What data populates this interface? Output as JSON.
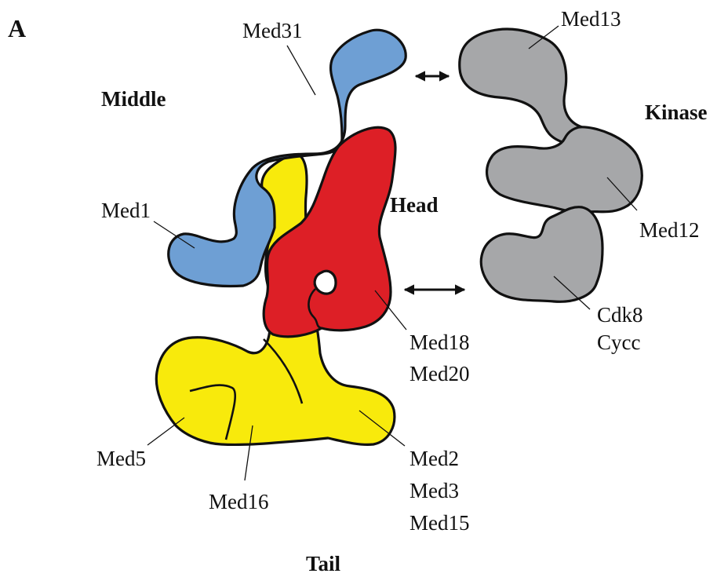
{
  "panel_letter": "A",
  "modules": {
    "middle": "Middle",
    "head": "Head",
    "tail": "Tail",
    "kinase": "Kinase"
  },
  "labels": {
    "med31": "Med31",
    "med1": "Med1",
    "med13": "Med13",
    "med12": "Med12",
    "cdk8_lines": [
      "Cdk8",
      "Cycc"
    ],
    "med18_lines": [
      "Med18",
      "Med20"
    ],
    "med5": "Med5",
    "med16": "Med16",
    "tail_lines": [
      "Med2",
      "Med3",
      "Med15"
    ]
  },
  "colors": {
    "middle": "#6e9fd4",
    "head": "#dd1f26",
    "tail": "#f8ea0c",
    "kinase": "#a6a7a9",
    "outline": "#111111"
  }
}
